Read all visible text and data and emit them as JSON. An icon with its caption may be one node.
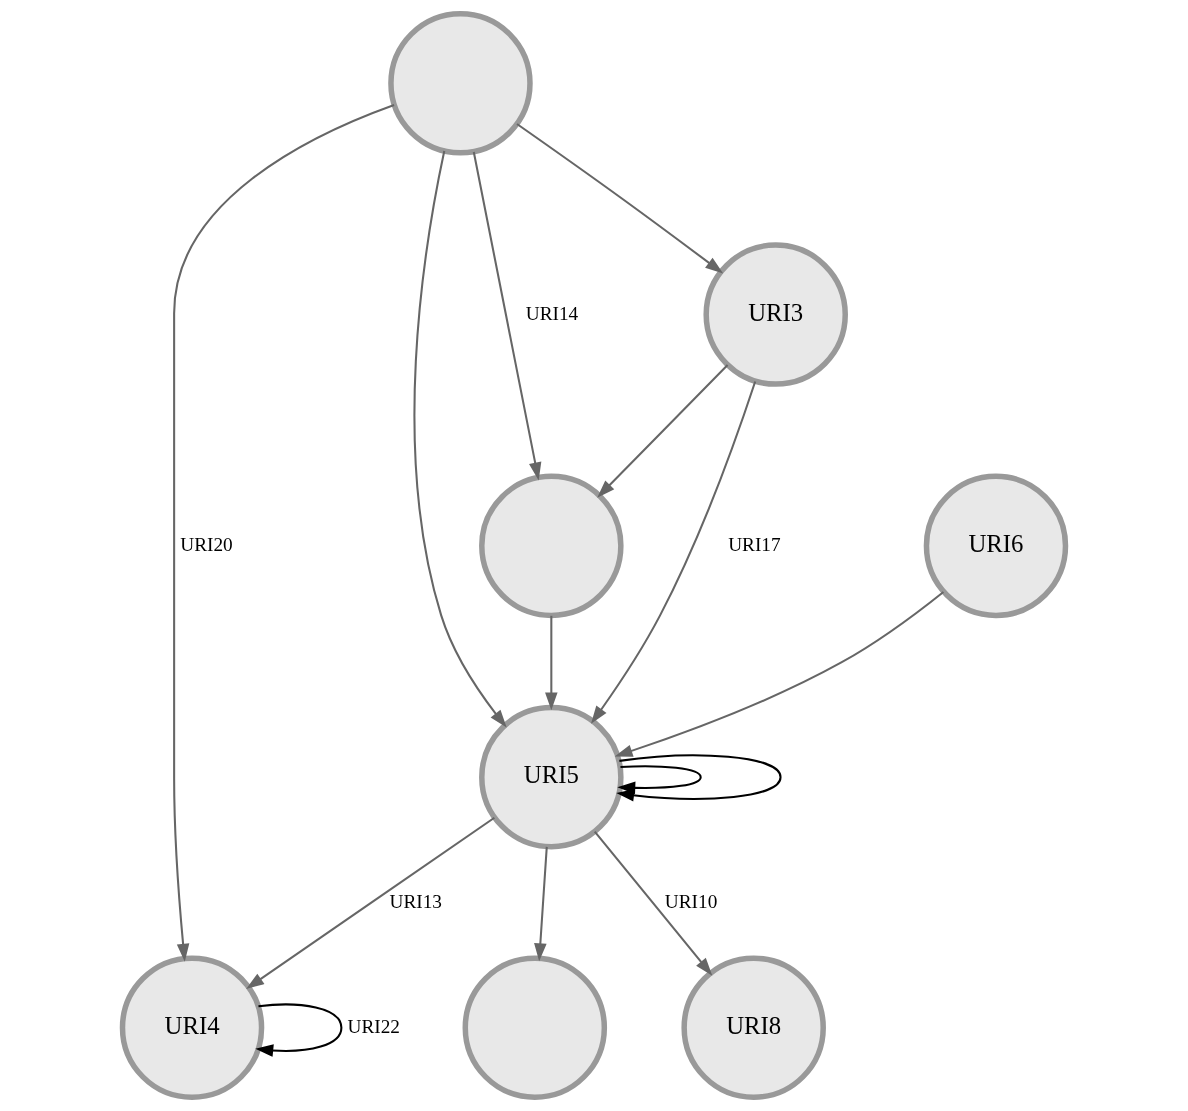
{
  "diagram": {
    "nodes": [
      {
        "text": [],
        "shape": "circle"
      },
      {
        "text": [
          "URI4"
        ]
      },
      {
        "text": [],
        "shape": "circle"
      },
      {
        "text": [
          "URI5"
        ]
      },
      {
        "text": [
          "URI3"
        ]
      },
      {
        "text": [
          "URI6"
        ]
      },
      {
        "text": [],
        "shape": "circle"
      },
      {
        "text": [
          "URI8"
        ]
      }
    ],
    "edges": [
      {
        "from": 0,
        "to": 1,
        "arrow": "to",
        "label": "URI20"
      },
      {
        "from": 1,
        "to": 1,
        "arrow": "to",
        "label": "URI22",
        "color": "#000000"
      },
      {
        "from": 0,
        "to": 3,
        "arrow": "to"
      },
      {
        "from": 0,
        "to": 2,
        "arrow": "to",
        "label": "URI14"
      },
      {
        "from": 0,
        "to": 4,
        "arrow": "to"
      },
      {
        "from": 3,
        "to": 1,
        "arrow": "to",
        "label": "URI13"
      },
      {
        "from": 3,
        "to": 3,
        "arrow": "to",
        "color": "#000000"
      },
      {
        "from": 3,
        "to": 3,
        "arrow": "to",
        "color": "#000000"
      },
      {
        "from": 2,
        "to": 3,
        "arrow": "to"
      },
      {
        "from": 4,
        "to": 2,
        "arrow": "to"
      },
      {
        "from": 4,
        "to": 3,
        "arrow": "to",
        "label": "URI17"
      },
      {
        "from": 5,
        "to": 3,
        "arrow": "to"
      },
      {
        "from": 3,
        "to": 6,
        "arrow": "to"
      },
      {
        "from": 3,
        "to": 7,
        "arrow": "to",
        "label": "URI10"
      }
    ]
  }
}
